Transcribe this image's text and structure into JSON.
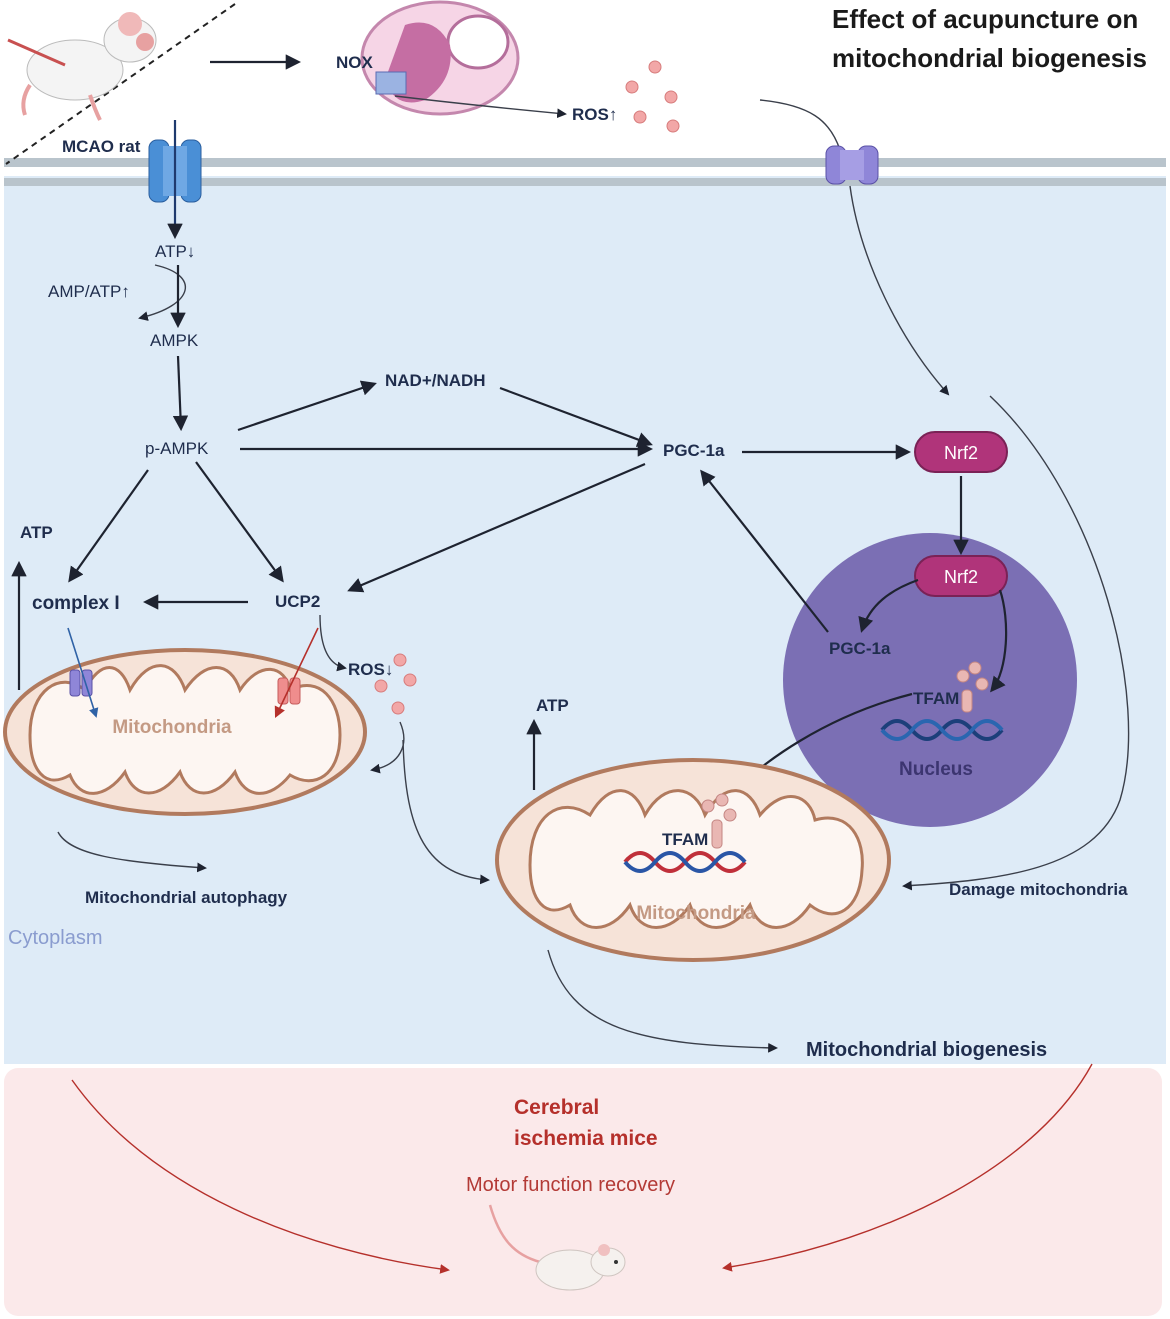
{
  "title_line1": "Effect of acupuncture on",
  "title_line2": "mitochondrial biogenesis",
  "model_label": "MCAO rat",
  "nox_label": "NOX",
  "ros_up_label": "ROS↑",
  "atp_down_label": "ATP↓",
  "amp_atp_label": "AMP/ATP↑",
  "ampk_label": "AMPK",
  "p_ampk_label": "p-AMPK",
  "nad_label": "NAD+/NADH",
  "pgc_label": "PGC-1a",
  "nrf2_label": "Nrf2",
  "nrf2_nucleus_label": "Nrf2",
  "pgc_nucleus_label": "PGC-1a",
  "tfam_nucleus_label": "TFAM",
  "nucleus_label": "Nucleus",
  "atp_left_label": "ATP",
  "complex_label": "complex I",
  "ucp2_label": "UCP2",
  "ros_down_label": "ROS↓",
  "mito_left_label": "Mitochondria",
  "autophagy_label": "Mitochondrial autophagy",
  "cytoplasm_label": "Cytoplasm",
  "atp_right_label": "ATP",
  "tfam_mito_label": "TFAM",
  "mito_right_label": "Mitochondria",
  "damage_label": "Damage mitochondria",
  "biogenesis_label": "Mitochondrial biogenesis",
  "cerebral_line1": "Cerebral",
  "cerebral_line2": "ischemia mice",
  "motor_label": "Motor function recovery",
  "colors": {
    "cytoplasm": "#deebf7",
    "bottom_panel": "#fbe9ea",
    "nucleus": "#7b6fb4",
    "nrf2": "#b0347a",
    "accent_red": "#b5302b"
  }
}
